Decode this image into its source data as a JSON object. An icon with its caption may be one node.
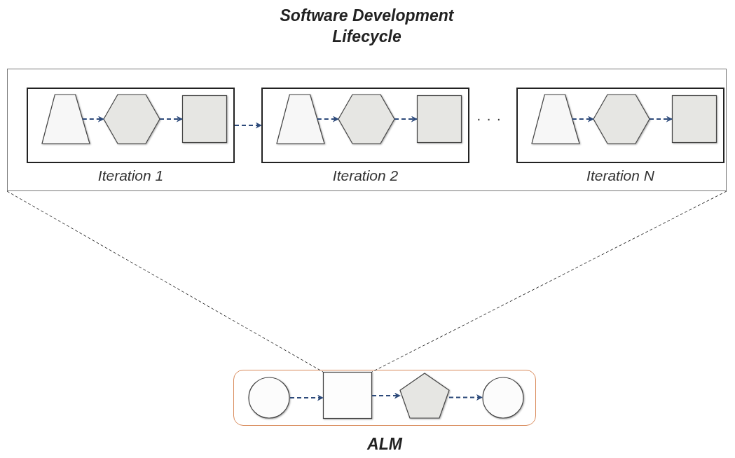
{
  "diagram": {
    "nodes": [
      {
        "text": [
          "Software Development Lifecycle"
        ]
      },
      {
        "text": [
          "Iteration 1"
        ],
        "in": 0
      },
      {
        "text": [],
        "shape": "trapezoid",
        "in": 1
      },
      {
        "text": [],
        "shape": "hexagon",
        "in": 1
      },
      {
        "text": [],
        "shape": "box",
        "in": 1
      },
      {
        "text": [
          "Iteration 2"
        ],
        "in": 0
      },
      {
        "text": [],
        "shape": "trapezoid",
        "in": 5
      },
      {
        "text": [],
        "shape": "hexagon",
        "in": 5
      },
      {
        "text": [],
        "shape": "box",
        "in": 5
      },
      {
        "text": [
          "Iteration N"
        ],
        "in": 0
      },
      {
        "text": [],
        "shape": "trapezoid",
        "in": 9
      },
      {
        "text": [],
        "shape": "hexagon",
        "in": 9
      },
      {
        "text": [],
        "shape": "box",
        "in": 9
      },
      {
        "text": [
          "ALM"
        ]
      },
      {
        "text": [],
        "shape": "circle",
        "in": 13
      },
      {
        "text": [],
        "shape": "box",
        "in": 13
      },
      {
        "text": [],
        "shape": "pentagon",
        "in": 13
      },
      {
        "text": [],
        "shape": "circle",
        "in": 13
      }
    ],
    "edges": [
      {
        "from": 2,
        "to": 3,
        "arrow": "to",
        "style": "dashed"
      },
      {
        "from": 3,
        "to": 4,
        "arrow": "to",
        "style": "dashed"
      },
      {
        "from": 1,
        "to": 5,
        "arrow": "to",
        "style": "dashed"
      },
      {
        "from": 6,
        "to": 7,
        "arrow": "to",
        "style": "dashed"
      },
      {
        "from": 7,
        "to": 8,
        "arrow": "to",
        "style": "dashed"
      },
      {
        "from": 10,
        "to": 11,
        "arrow": "to",
        "style": "dashed"
      },
      {
        "from": 11,
        "to": 12,
        "arrow": "to",
        "style": "dashed"
      },
      {
        "from": 14,
        "to": 15,
        "arrow": "to",
        "style": "dashed"
      },
      {
        "from": 15,
        "to": 16,
        "arrow": "to",
        "style": "dashed"
      },
      {
        "from": 16,
        "to": 17,
        "arrow": "to",
        "style": "dashed"
      },
      {
        "from": 0,
        "to": 15,
        "arrow": "none",
        "style": "dashed",
        "color": "#333333"
      },
      {
        "from": 0,
        "to": 15,
        "arrow": "none",
        "style": "dashed",
        "color": "#333333"
      }
    ],
    "labels": [
      "· · ·"
    ]
  }
}
